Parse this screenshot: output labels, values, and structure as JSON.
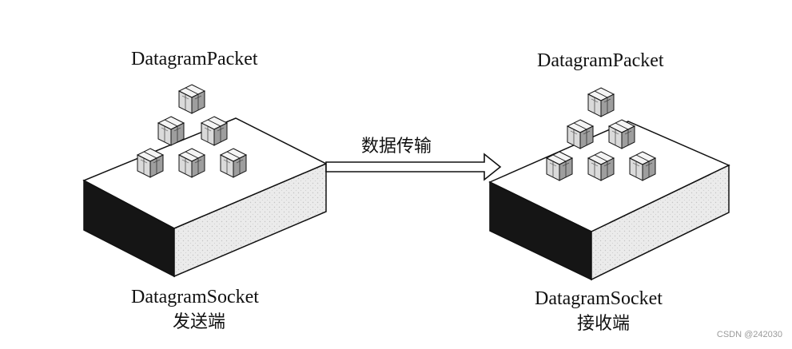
{
  "sender": {
    "packet_label": "DatagramPacket",
    "socket_label": "DatagramSocket",
    "role_label": "发送端"
  },
  "receiver": {
    "packet_label": "DatagramPacket",
    "socket_label": "DatagramSocket",
    "role_label": "接收端"
  },
  "transfer_label": "数据传输",
  "watermark": "CSDN @242030",
  "colors": {
    "top_face": "#ffffff",
    "front_face": "#e6e6e6",
    "side_face": "#151515",
    "outline": "#111111"
  }
}
